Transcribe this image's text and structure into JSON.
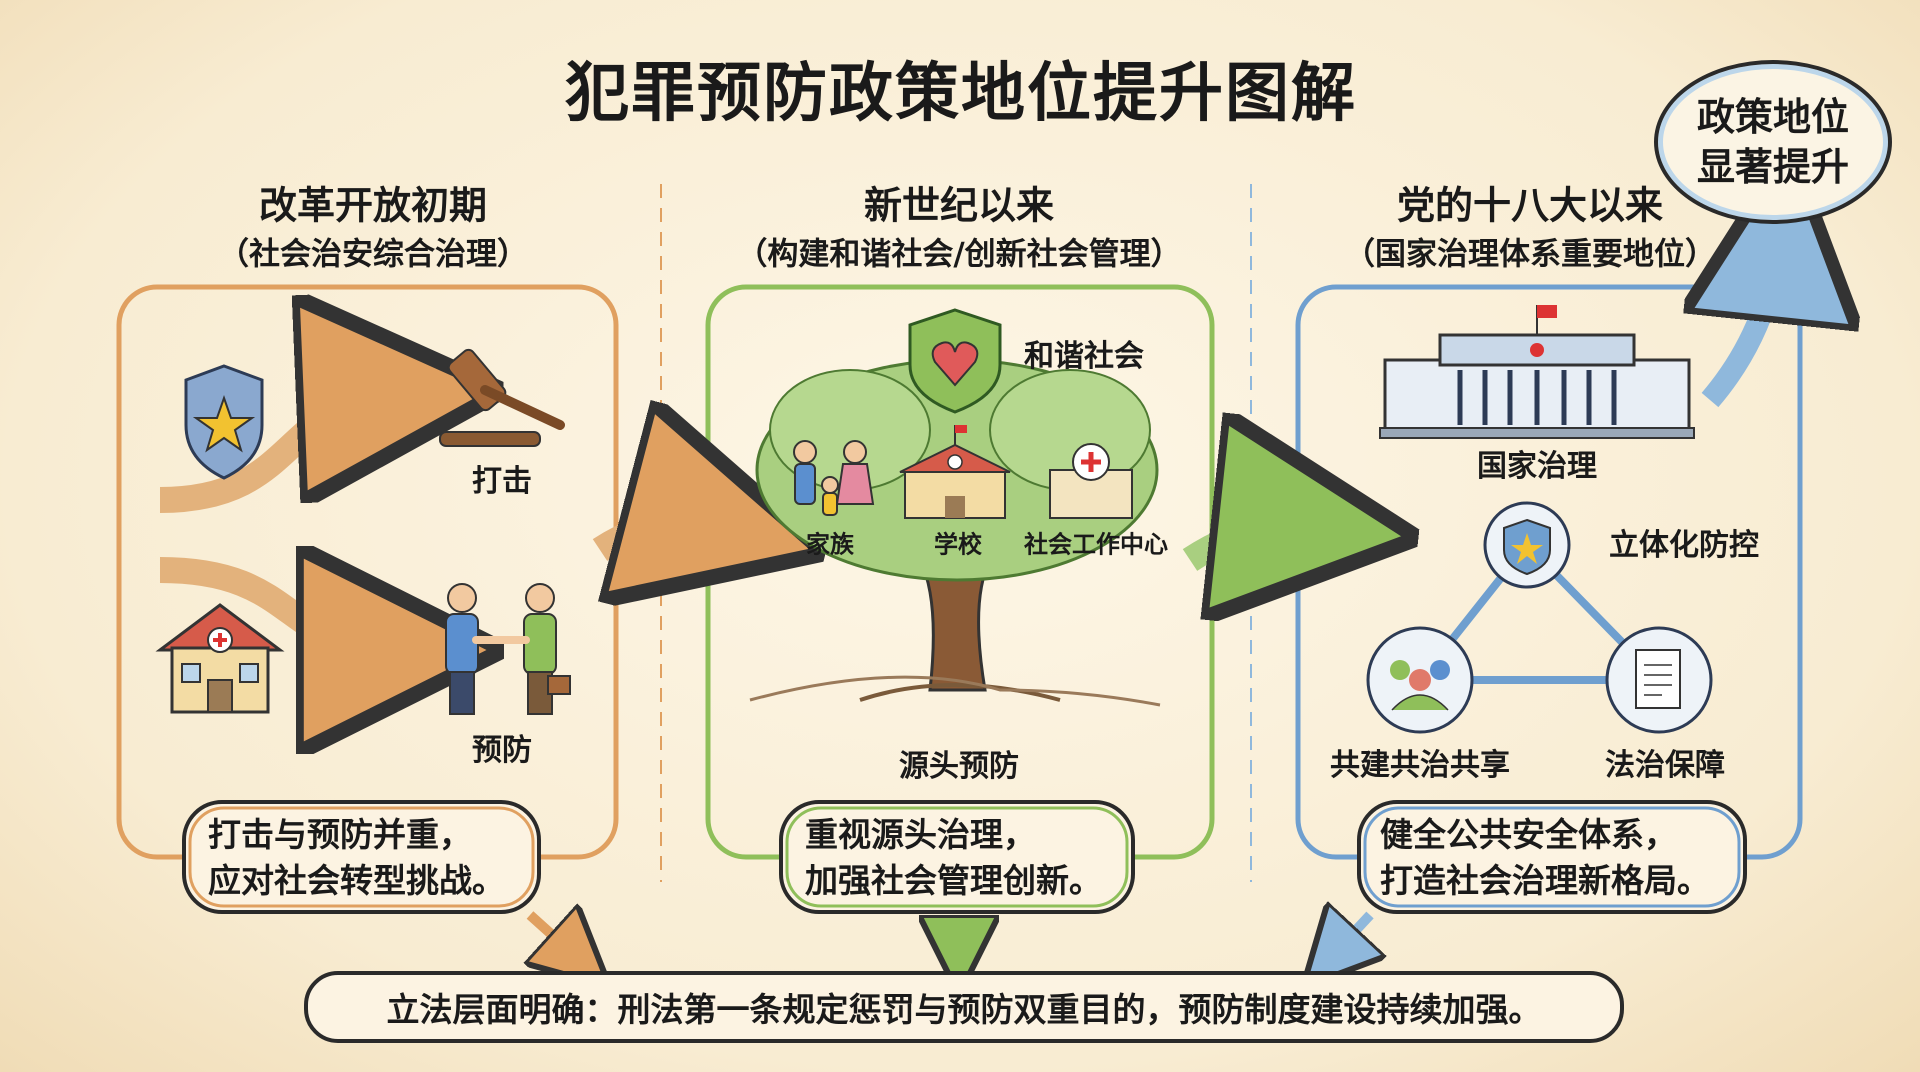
{
  "title": "犯罪预防政策地位提升图解",
  "badge": {
    "line1": "政策地位",
    "line2": "显著提升"
  },
  "columns": [
    {
      "heading": "改革开放初期",
      "subheading": "（社会治安综合治理）",
      "labels": {
        "strike": "打击",
        "prevent": "预防"
      },
      "caption": [
        "打击与预防并重，",
        "应对社会转型挑战。"
      ],
      "color": "#e0a060"
    },
    {
      "heading": "新世纪以来",
      "subheading": "（构建和谐社会/创新社会管理）",
      "labels": {
        "harmony": "和谐社会",
        "family": "家族",
        "school": "学校",
        "center": "社会工作中心",
        "root": "源头预防"
      },
      "caption": [
        "重视源头治理，",
        "加强社会管理创新。"
      ],
      "color": "#8fbf5a"
    },
    {
      "heading": "党的十八大以来",
      "subheading": "（国家治理体系重要地位）",
      "labels": {
        "governance": "国家治理",
        "prevention": "立体化防控",
        "cogovern": "共建共治共享",
        "rule_of_law": "法治保障"
      },
      "caption": [
        "健全公共安全体系，",
        "打造社会治理新格局。"
      ],
      "color": "#6f9fcf"
    }
  ],
  "footer": "立法层面明确：刑法第一条规定惩罚与预防双重目的，预防制度建设持续加强。"
}
